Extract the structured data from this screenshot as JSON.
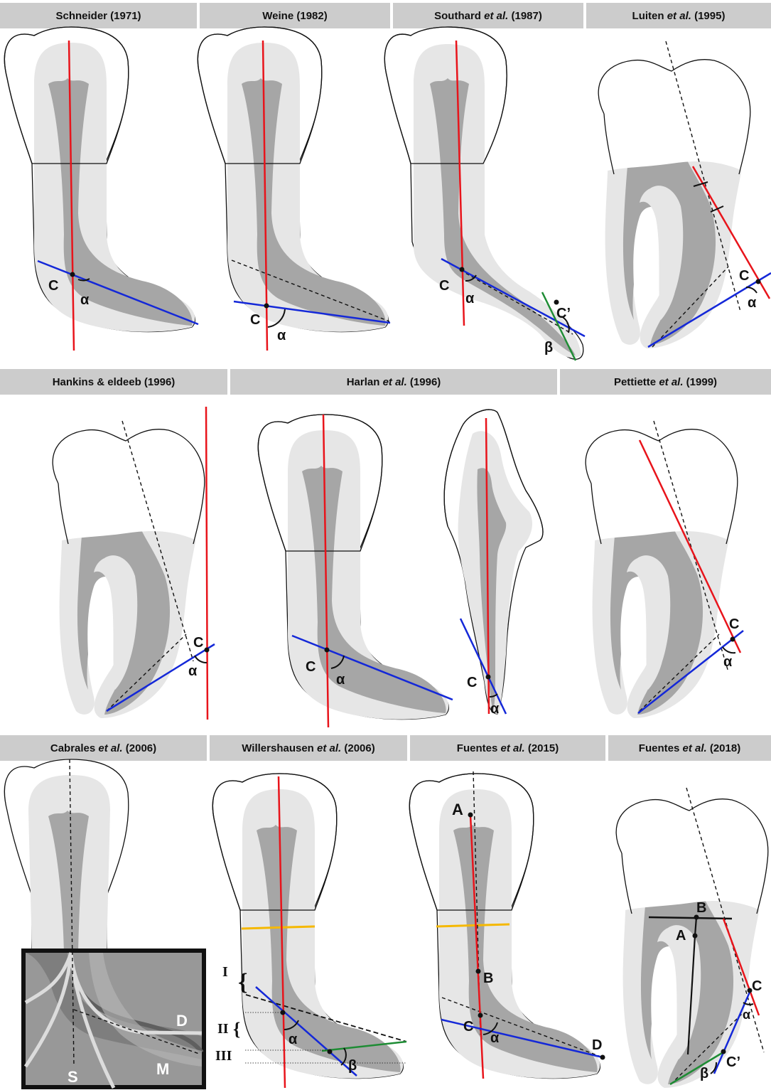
{
  "headers": [
    {
      "name": "Schneider",
      "etal": "",
      "year": "(1971)"
    },
    {
      "name": "Weine",
      "etal": "",
      "year": "(1982)"
    },
    {
      "name": "Southard",
      "etal": "et al.",
      "year": "(1987)"
    },
    {
      "name": "Luiten",
      "etal": "et al.",
      "year": "(1995)"
    },
    {
      "name": "Hankins & eldeeb",
      "etal": "",
      "year": "(1996)"
    },
    {
      "name": "Harlan",
      "etal": "et al.",
      "year": "(1996)"
    },
    {
      "name": "Pettiette",
      "etal": "et al.",
      "year": "(1999)"
    },
    {
      "name": "Cabrales",
      "etal": "et al.",
      "year": "(2006)"
    },
    {
      "name": "Willershausen",
      "etal": "et al.",
      "year": "(2006)"
    },
    {
      "name": "Fuentes",
      "etal": "et al.",
      "year": "(2015)"
    },
    {
      "name": "Fuentes",
      "etal": "et al.",
      "year": "(2018)"
    }
  ],
  "labels": {
    "C": "C",
    "C_prime": "C’",
    "alpha": "α",
    "beta": "β",
    "A": "A",
    "B": "B",
    "D": "D",
    "S": "S",
    "M": "M",
    "I": "I",
    "II": "II",
    "III": "III"
  },
  "colors": {
    "header_bg": "#cccccc",
    "red": "#e8141b",
    "blue": "#1428d8",
    "green": "#1e8c34",
    "yellow": "#f5b800",
    "root_light": "#e6e6e6",
    "canal_dark": "#a6a6a6",
    "crown": "#ffffff"
  }
}
